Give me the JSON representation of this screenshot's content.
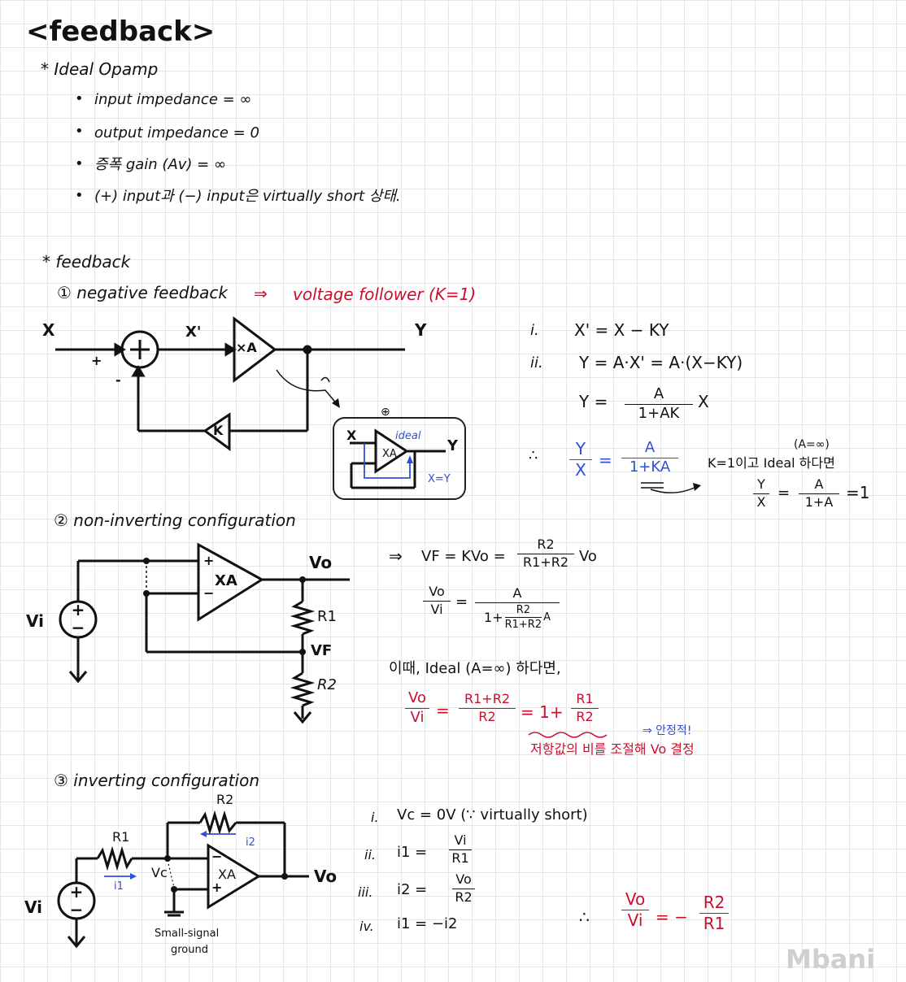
{
  "title": "<feedback>",
  "ideal": {
    "heading": "* Ideal  Opamp",
    "bullets": [
      "input  impedance  = ∞",
      "output  impedance  = 0",
      "증폭  gain  (Av) = ∞",
      "(+) input과   (−) input은   virtually short 상태."
    ]
  },
  "feedback": {
    "heading": "* feedback",
    "s1_title": "① negative feedback",
    "s1_arrow": "⇒",
    "s1_note": "voltage follower (K=1)",
    "diag1": {
      "x": "X",
      "xp": "X'",
      "amp": "×A",
      "y": "Y",
      "plus": "+",
      "minus": "-",
      "k": "K",
      "inset_plus": "⊕",
      "inset_x": "X",
      "inset_y": "Y",
      "inset_ideal": "ideal",
      "inset_xa": "XA",
      "inset_xeqy": "X=Y"
    },
    "eq1": {
      "i_label": "i.",
      "i": "X' = X − KY",
      "ii_label": "ii.",
      "ii": "Y = A·X' = A·(X−KY)",
      "y_lhs": "Y =",
      "y_num": "A",
      "y_den": "1+AK",
      "y_rhs": "X",
      "therefore": "∴",
      "blue_num": "Y",
      "blue_den": "X",
      "eq": "=",
      "red_num": "A",
      "red_den": "1+KA",
      "a_inf": "(A=∞)",
      "k_note": "K=1이고  Ideal 하다면",
      "final_num": "Y",
      "final_den": "X",
      "final_mid_num": "A",
      "final_mid_den": "1+A",
      "final_end": "=1"
    },
    "s2_title": "② non-inverting configuration",
    "diag2": {
      "vi": "Vi",
      "vo": "Vo",
      "amp": "XA",
      "plus": "+",
      "minus": "−",
      "r1": "R1",
      "r2": "R2",
      "vf": "VF"
    },
    "eq2": {
      "arrow": "⇒",
      "vf_lhs": "VF = KVo =",
      "vf_num": "R2",
      "vf_den": "R1+R2",
      "vf_rhs": "Vo",
      "g_num": "Vo",
      "g_den": "Vi",
      "g_eq": "=",
      "g_big_num": "A",
      "g_big_den_pre": "1+",
      "g_inner_num": "R2",
      "g_inner_den": "R1+R2",
      "g_big_den_post": "A",
      "ideal_note": "이때, Ideal (A=∞) 하다면,",
      "r_num": "Vo",
      "r_den": "Vi",
      "r_eq": "=",
      "r_mid_num": "R1+R2",
      "r_mid_den": "R2",
      "r_eq2": "= 1+",
      "r_last_num": "R1",
      "r_last_den": "R2",
      "stable": "⇒ 안정적!",
      "resist_note": "저항값의 비를 조절해 Vo 결정"
    },
    "s3_title": "③ inverting configuration",
    "diag3": {
      "r1": "R1",
      "r2": "R2",
      "i1": "i1",
      "i2": "i2",
      "vc": "Vc",
      "amp": "XA",
      "minus": "−",
      "plus": "+",
      "vo": "Vo",
      "vi": "Vi",
      "ground1": "Small-signal",
      "ground2": "ground"
    },
    "eq3": {
      "i_label": "i.",
      "i": "Vc = 0V   (∵ virtually short)",
      "ii_label": "ii.",
      "ii_lhs": "i1 =",
      "ii_num": "Vi",
      "ii_den": "R1",
      "iii_label": "iii.",
      "iii_lhs": "i2 =",
      "iii_num": "Vo",
      "iii_den": "R2",
      "iv_label": "iv.",
      "iv": "i1 = −i2",
      "therefore": "∴",
      "fin_num": "Vo",
      "fin_den": "Vi",
      "fin_eq": "= −",
      "fin_r_num": "R2",
      "fin_r_den": "R1"
    }
  },
  "watermark": "Mbani"
}
